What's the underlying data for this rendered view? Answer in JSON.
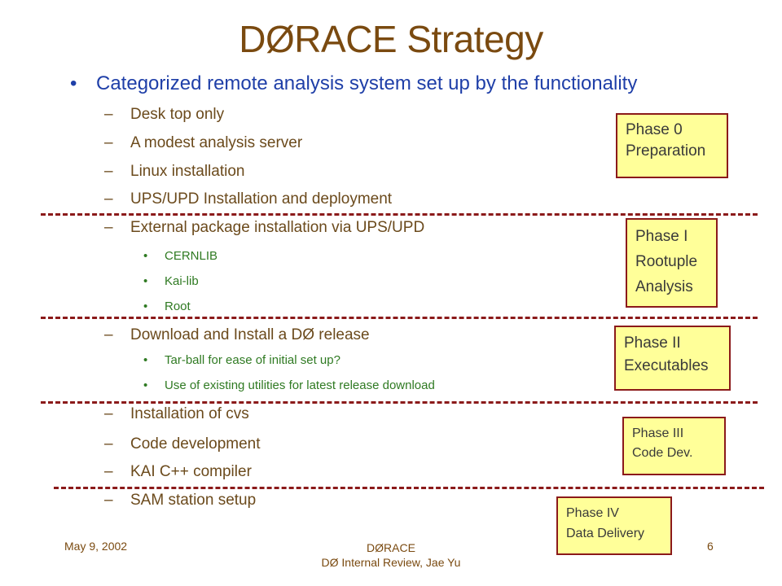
{
  "title": "DØRACE Strategy",
  "main_bullet": "Categorized remote analysis system set up by the functionality",
  "items": [
    "Desk top only",
    "A modest analysis server",
    "Linux installation",
    "UPS/UPD Installation and deployment",
    "External package installation via UPS/UPD",
    "Download and Install a DØ release",
    "Installation of cvs",
    "Code development",
    "KAI C++ compiler",
    "SAM station setup"
  ],
  "sub_external": [
    "CERNLIB",
    "Kai-lib",
    "Root"
  ],
  "sub_download": [
    "Tar-ball for ease of initial set up?",
    "Use of existing utilities for latest release download"
  ],
  "phases": [
    {
      "line1": "Phase 0",
      "line2": "Preparation",
      "line3": ""
    },
    {
      "line1": "Phase I",
      "line2": "Rootuple",
      "line3": "Analysis"
    },
    {
      "line1": "Phase II",
      "line2": "Executables",
      "line3": ""
    },
    {
      "line1": "Phase III",
      "line2": "Code Dev.",
      "line3": ""
    },
    {
      "line1": "Phase IV",
      "line2": "Data Delivery",
      "line3": ""
    }
  ],
  "bullet_glyph": "•",
  "dash_glyph": "–",
  "footer": {
    "date": "May 9, 2002",
    "center_line1": "DØRACE",
    "center_line2": "DØ Internal Review, Jae Yu",
    "page": "6"
  },
  "colors": {
    "title": "#7a4a10",
    "bullet_text": "#1f3fa8",
    "item_text": "#6b4a1c",
    "sub_text": "#2f7a22",
    "phase_fill": "#ffff99",
    "phase_border": "#8b1a1a",
    "dashed_line": "#8b1a1a"
  }
}
